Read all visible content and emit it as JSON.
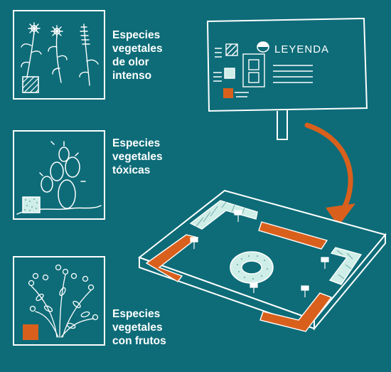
{
  "colors": {
    "background": "#0d6c78",
    "line": "#ffffff",
    "accent_orange": "#d9601c",
    "pale_fill": "#cfeee8"
  },
  "categories": [
    {
      "id": "aromatic",
      "lines": [
        "Especies",
        "vegetales",
        "de olor",
        "intenso"
      ],
      "swatch": "hatched-square-icon"
    },
    {
      "id": "toxic",
      "lines": [
        "Especies",
        "vegetales",
        "tóxicas"
      ],
      "swatch": "dotted-square-icon"
    },
    {
      "id": "fruit",
      "lines": [
        "Especies",
        "vegetales",
        "con frutos"
      ],
      "swatch": "orange-square-icon"
    }
  ],
  "legend_sign": {
    "title": "LEYENDA"
  }
}
